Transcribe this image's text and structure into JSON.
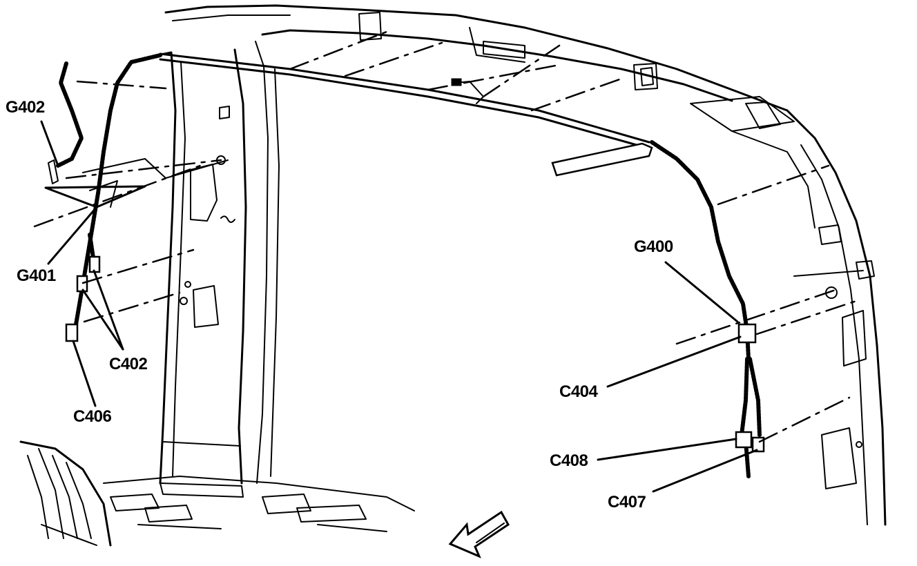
{
  "diagram": {
    "labels": {
      "g402": "G402",
      "g401": "G401",
      "c402": "C402",
      "c406": "C406",
      "g400": "G400",
      "c404": "C404",
      "c408": "C408",
      "c407": "C407"
    },
    "colors": {
      "line": "#000000",
      "background": "#ffffff"
    },
    "icons": [
      "direction-arrow-icon"
    ]
  }
}
